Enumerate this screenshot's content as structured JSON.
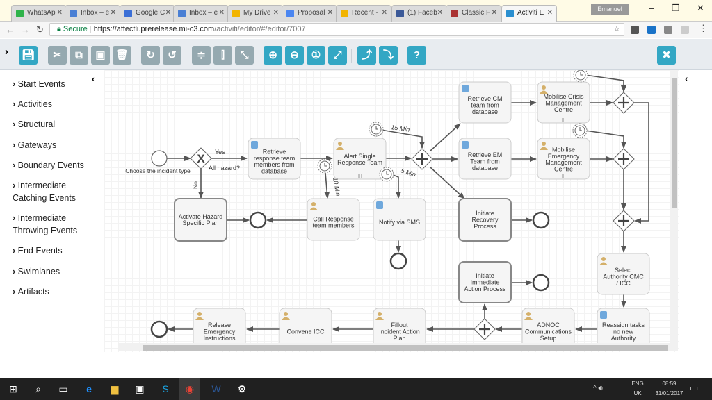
{
  "browser": {
    "tabs": [
      {
        "label": "WhatsApp",
        "icon": "whatsapp-icon",
        "color": "#2fb34a"
      },
      {
        "label": "Inbox – e",
        "icon": "inbox-icon",
        "color": "#4a7fd4"
      },
      {
        "label": "Google C",
        "icon": "calendar-icon",
        "color": "#3b6fd6"
      },
      {
        "label": "Inbox – e",
        "icon": "inbox-icon",
        "color": "#4a7fd4"
      },
      {
        "label": "My Drive",
        "icon": "drive-icon",
        "color": "#f2b400"
      },
      {
        "label": "Proposal",
        "icon": "docs-icon",
        "color": "#4b86f1"
      },
      {
        "label": "Recent -",
        "icon": "drive-icon",
        "color": "#f2b400"
      },
      {
        "label": "(1) Faceb",
        "icon": "facebook-icon",
        "color": "#3b5998"
      },
      {
        "label": "Classic F",
        "icon": "function-icon",
        "color": "#a33"
      },
      {
        "label": "Activiti E",
        "icon": "activiti-icon",
        "color": "#2a8fd0"
      }
    ],
    "user": "Emanuel",
    "secure_label": "Secure",
    "url_host": "https://affectli.prerelease.mi-c3.com",
    "url_path": "/activiti/editor/#/editor/7007"
  },
  "sidebar": {
    "items": [
      "Start Events",
      "Activities",
      "Structural",
      "Gateways",
      "Boundary Events",
      "Intermediate Catching Events",
      "Intermediate Throwing Events",
      "End Events",
      "Swimlanes",
      "Artifacts"
    ]
  },
  "diagram": {
    "start_label": "Choose the incident type",
    "gateway_label": "All hazard?",
    "flow_yes": "Yes",
    "flow_no": "No",
    "timer_15": "15 Min",
    "timer_5": "5 Min",
    "timer_10": "10 Min",
    "tasks": {
      "retrieve_response": "Retrieve response team members from database",
      "alert_single": "Alert Single Response Team",
      "retrieve_cm": "Retrieve CM team from database",
      "mobilise_crisis": "Mobilise Crisis Management Centre",
      "retrieve_em": "Retrieve EM Team from database",
      "mobilise_em": "Mobilise Emergency Management Centre",
      "activate_hazard": "Activate Hazard Specific Plan",
      "call_response": "Call Response team members",
      "notify_sms": "Notify via SMS",
      "initiate_recovery": "Initiate Recovery Process",
      "select_authority": "Select Authority CMC / ICC",
      "initiate_immediate": "Initiate Immediate Action Process",
      "reassign": "Reassign tasks no new Authority",
      "adnoc": "ADNOC Communications Setup",
      "fillout": "Fillout Incident Action Plan",
      "convene": "Convene ICC",
      "release": "Release Emergency Instructions"
    }
  },
  "taskbar": {
    "lang1": "ENG",
    "lang2": "UK",
    "time": "08:59",
    "date": "31/01/2017"
  }
}
